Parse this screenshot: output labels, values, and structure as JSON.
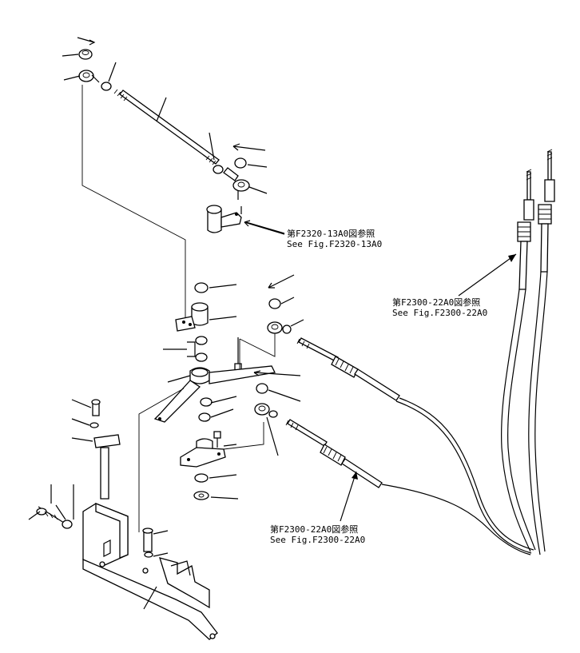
{
  "callouts": [
    {
      "ref": "F2320-13A0",
      "jp": "第F2320-13A0図参照",
      "en": "See Fig.F2320-13A0"
    },
    {
      "ref": "F2300-22A0",
      "jp": "第F2300-22A0図参照",
      "en": "See Fig.F2300-22A0"
    },
    {
      "ref": "F2300-22A0",
      "jp": "第F2300-22A0図参照",
      "en": "See Fig.F2300-22A0"
    }
  ]
}
